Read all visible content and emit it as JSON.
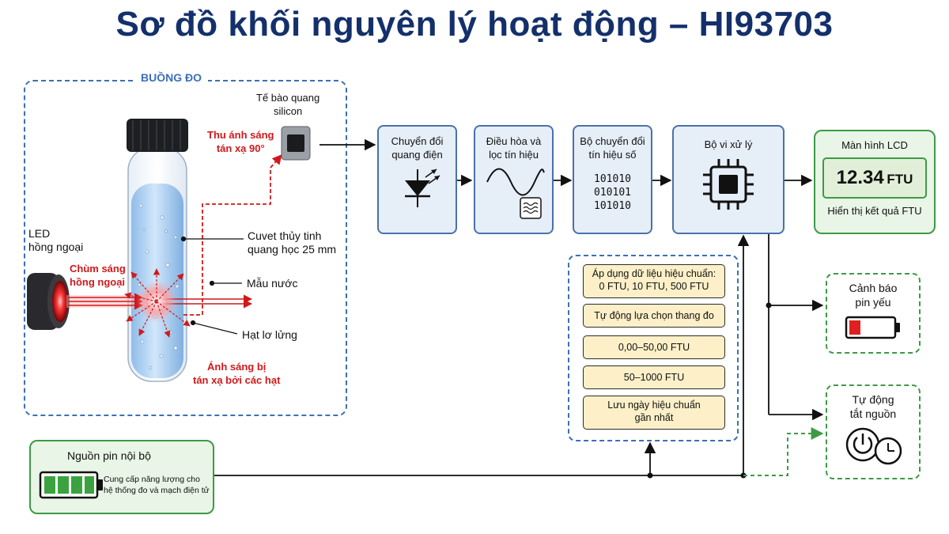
{
  "title": "Sơ đồ khối nguyên lý hoạt động – HI93703",
  "chamber": {
    "label": "BUỒNG ĐO",
    "led_label": [
      "LED",
      "hồng ngoại"
    ],
    "beam_label": [
      "Chùm sáng",
      "hồng ngoại"
    ],
    "cuvette_label": [
      "Cuvet thủy tinh",
      "quang học 25 mm"
    ],
    "sample_label": "Mẫu nước",
    "particles_label": "Hạt lơ lửng",
    "scatter_label": [
      "Ánh sáng bị",
      "tán xạ bởi các hạt"
    ],
    "detector_label": [
      "Tế bào quang",
      "silicon"
    ],
    "scatter90_label": [
      "Thu ánh sáng",
      "tán xạ 90°"
    ]
  },
  "blocks": {
    "photoelectric": [
      "Chuyển đổi",
      "quang điện"
    ],
    "conditioning": [
      "Điều hòa và",
      "lọc tín hiệu"
    ],
    "adc": [
      "Bộ chuyển đổi",
      "tín hiệu số"
    ],
    "adc_bits": [
      "101010",
      "010101",
      "101010"
    ],
    "mcu": "Bộ vi xử lý"
  },
  "lcd": {
    "title": "Màn hình LCD",
    "value": "12.34",
    "unit": "FTU",
    "caption": "Hiển thị kết quả FTU"
  },
  "calibration": [
    [
      "Áp dụng dữ liệu hiệu chuẩn:",
      "0 FTU, 10 FTU, 500 FTU"
    ],
    [
      "Tự động lựa chọn thang đo"
    ],
    [
      "0,00–50,00 FTU"
    ],
    [
      "50–1000 FTU"
    ],
    [
      "Lưu ngày hiệu chuẩn",
      "gần nhất"
    ]
  ],
  "low_battery": [
    "Cảnh báo",
    "pin yếu"
  ],
  "auto_off": [
    "Tự động",
    "tắt nguồn"
  ],
  "power": {
    "title": "Nguồn pin nội bộ",
    "desc": [
      "Cung cấp năng lượng cho",
      "hệ thống đo và mạch điện tử"
    ]
  },
  "colors": {
    "navy": "#14306b",
    "blue": "#3d6fb8",
    "red": "#d0191b",
    "green": "#3d9a46",
    "block_fill": "#e6eef8",
    "cal_fill": "#fdf0c8"
  }
}
